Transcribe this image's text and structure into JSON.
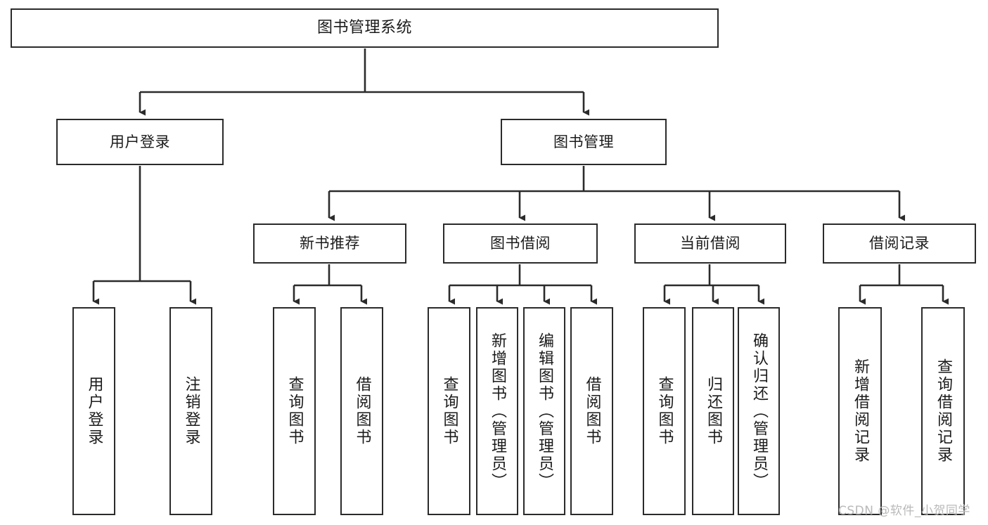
{
  "diagram": {
    "title": "图书管理系统",
    "type": "tree",
    "orientation": "top-down",
    "line_color": "#2b2b2b",
    "box_fill": "#ffffff",
    "text_color": "#1b1b1b"
  },
  "nodes": {
    "root": {
      "label": "图书管理系统"
    },
    "level2": [
      {
        "id": "user-login",
        "label": "用户登录"
      },
      {
        "id": "book-manage",
        "label": "图书管理"
      }
    ],
    "level3": [
      {
        "id": "new-book-recommend",
        "label": "新书推荐"
      },
      {
        "id": "book-borrow",
        "label": "图书借阅"
      },
      {
        "id": "current-borrow",
        "label": "当前借阅"
      },
      {
        "id": "borrow-record",
        "label": "借阅记录"
      }
    ],
    "leaves": {
      "user_login": [
        {
          "id": "leaf-user-login",
          "label": "用户登录"
        },
        {
          "id": "leaf-logout",
          "label": "注销登录"
        }
      ],
      "new_book_recommend": [
        {
          "id": "leaf-query-book-1",
          "label": "查询图书"
        },
        {
          "id": "leaf-borrow-book-1",
          "label": "借阅图书"
        }
      ],
      "book_borrow": [
        {
          "id": "leaf-query-book-2",
          "label": "查询图书"
        },
        {
          "id": "leaf-add-book",
          "label": "新增图书（管理员）"
        },
        {
          "id": "leaf-edit-book",
          "label": "编辑图书（管理员）"
        },
        {
          "id": "leaf-borrow-book-2",
          "label": "借阅图书"
        }
      ],
      "current_borrow": [
        {
          "id": "leaf-query-book-3",
          "label": "查询图书"
        },
        {
          "id": "leaf-return-book",
          "label": "归还图书"
        },
        {
          "id": "leaf-confirm-return",
          "label": "确认归还（管理员）"
        }
      ],
      "borrow_record": [
        {
          "id": "leaf-add-record",
          "label": "新增借阅记录"
        },
        {
          "id": "leaf-query-record",
          "label": "查询借阅记录"
        }
      ]
    }
  },
  "watermark": {
    "text": "CSDN @软件_小贺同学",
    "color": "#b9b9b9"
  }
}
